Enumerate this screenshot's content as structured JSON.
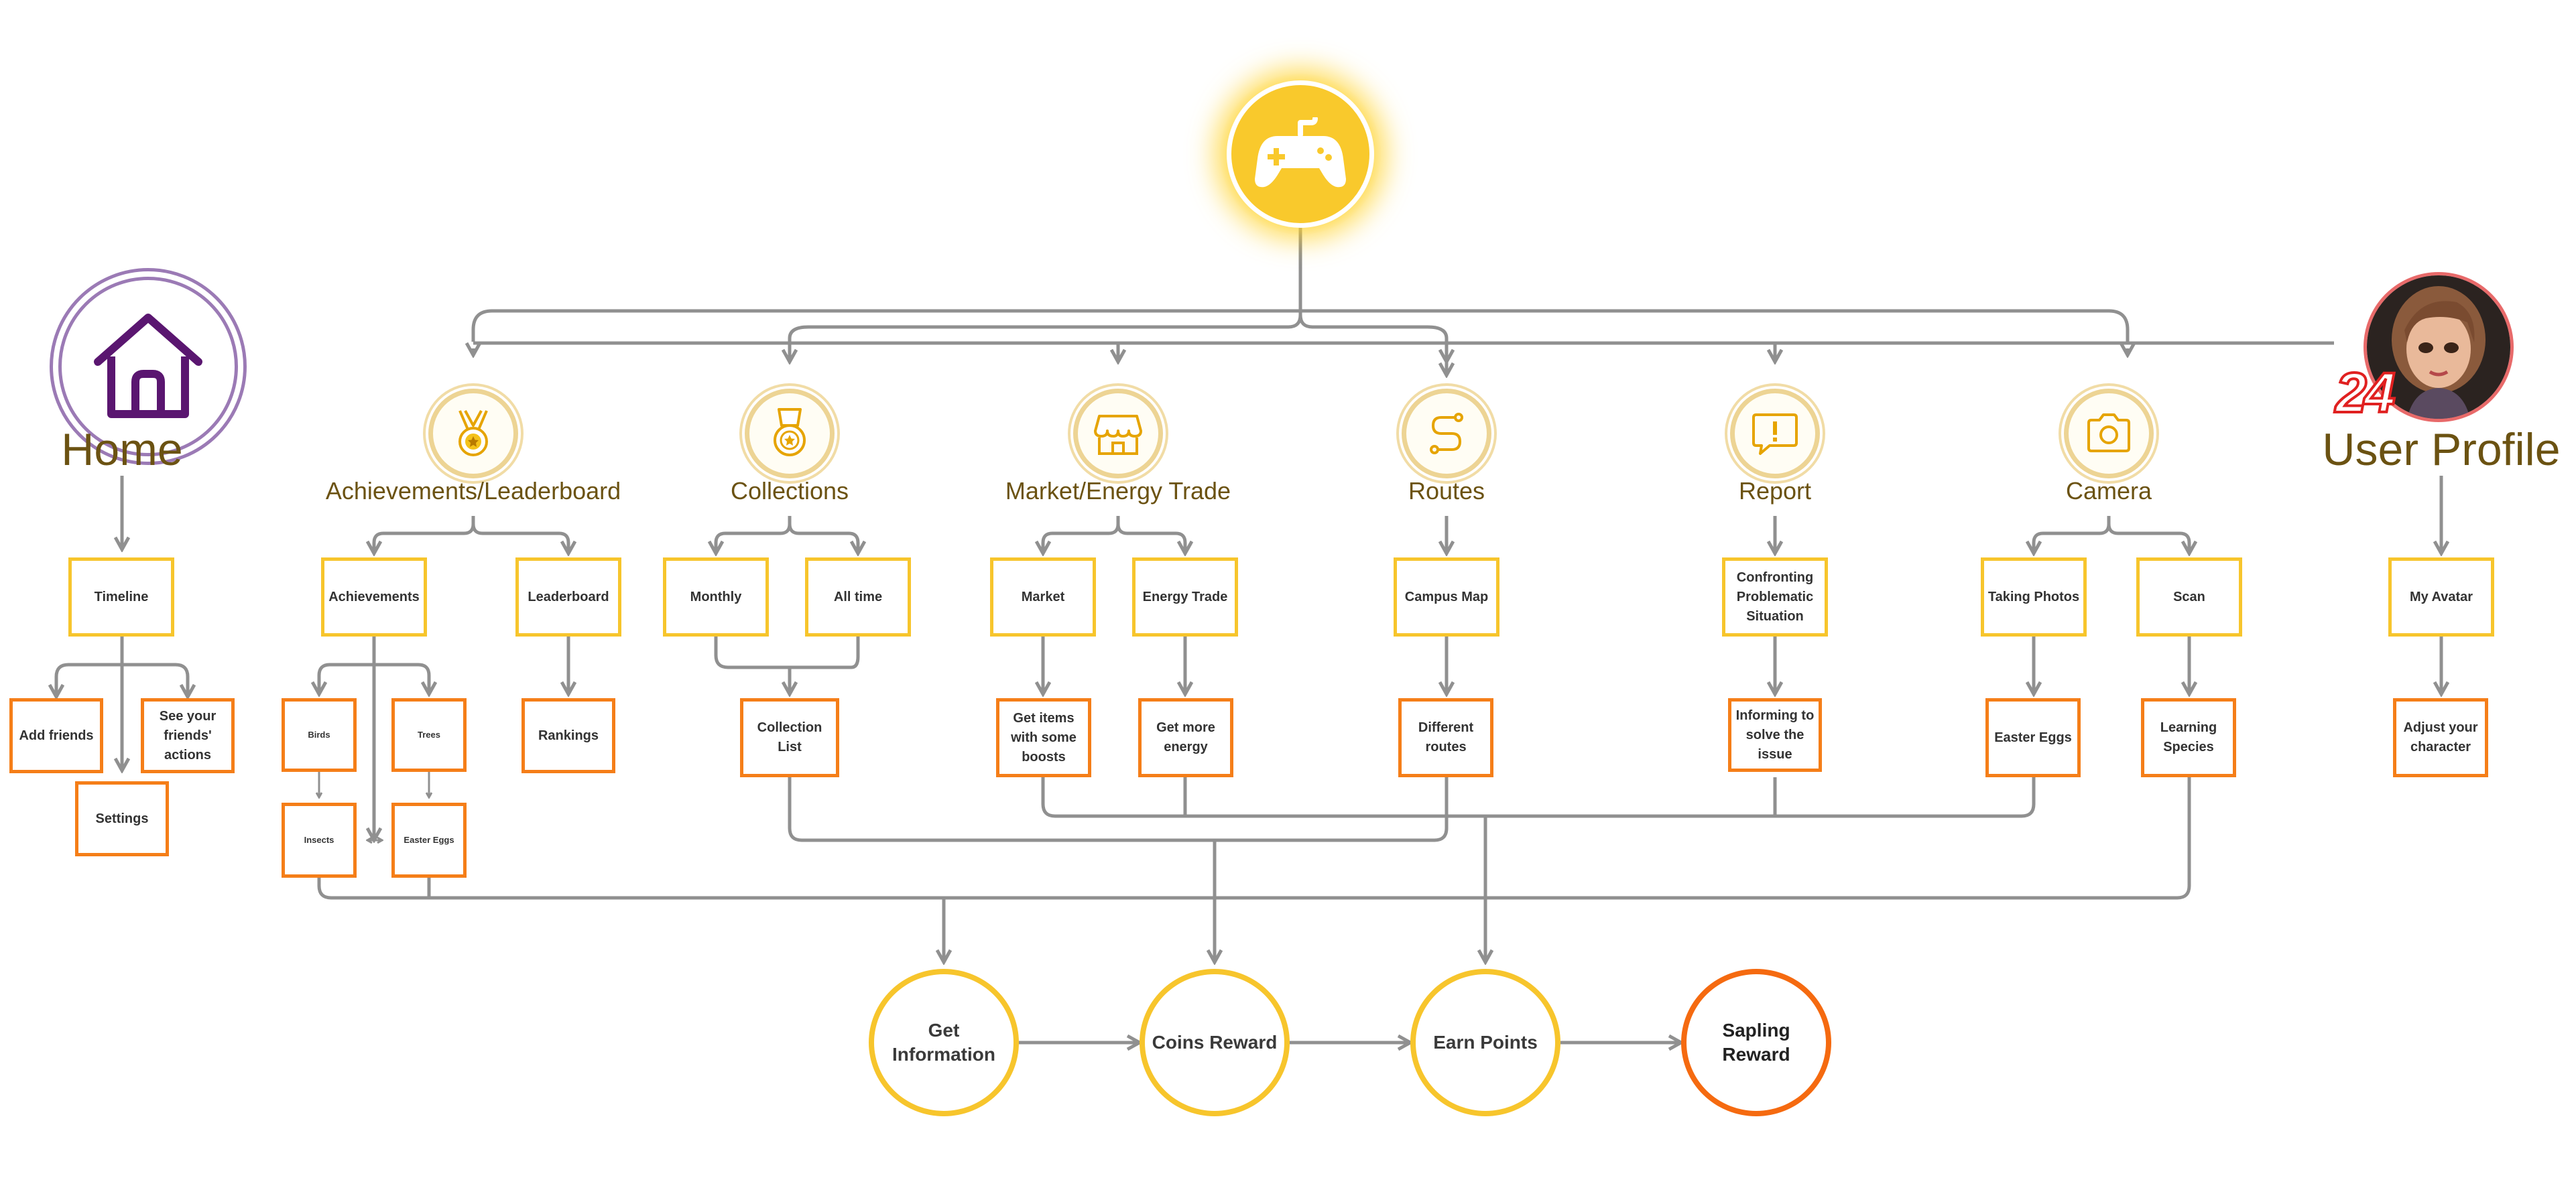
{
  "colors": {
    "yellow": "#f7c52c",
    "orange": "#f57e18",
    "title_brown": "#6b5212",
    "home_purple": "#5a1670",
    "line_gray": "#909090"
  },
  "center_icon": "game-controller-icon",
  "home": {
    "title": "Home",
    "icon": "house-icon",
    "children": [
      "Timeline"
    ],
    "timeline_children": [
      "Add friends",
      "See your friends' actions",
      "Settings"
    ]
  },
  "user_profile": {
    "title": "User Profile",
    "badge": "24",
    "icon": "avatar-portrait",
    "children": [
      "My Avatar"
    ],
    "avatar_children": [
      "Adjust your character"
    ]
  },
  "categories": {
    "achievements": {
      "title": "Achievements/Leaderboard",
      "icon": "medal-icon",
      "children": [
        "Achievements",
        "Leaderboard"
      ],
      "achievement_children": [
        "Birds",
        "Trees",
        "Insects",
        "Easter Eggs"
      ],
      "leaderboard_children": [
        "Rankings"
      ]
    },
    "collections": {
      "title": "Collections",
      "icon": "badge-icon",
      "children": [
        "Monthly",
        "All time"
      ],
      "merged_child": "Collection List"
    },
    "market": {
      "title": "Market/Energy Trade",
      "icon": "storefront-icon",
      "children": [
        "Market",
        "Energy Trade"
      ],
      "market_children": [
        "Get items with some boosts"
      ],
      "energy_children": [
        "Get more energy"
      ]
    },
    "routes": {
      "title": "Routes",
      "icon": "route-icon",
      "children": [
        "Campus Map"
      ],
      "map_children": [
        "Different routes"
      ]
    },
    "report": {
      "title": "Report",
      "icon": "report-bubble-icon",
      "children": [
        "Confronting Problematic Situation"
      ],
      "situation_children": [
        "Informing to solve the issue"
      ]
    },
    "camera": {
      "title": "Camera",
      "icon": "camera-icon",
      "children": [
        "Taking Photos",
        "Scan"
      ],
      "photo_children": [
        "Easter Eggs"
      ],
      "scan_children": [
        "Learning Species"
      ]
    }
  },
  "rewards": [
    "Get Information",
    "Coins Reward",
    "Earn Points",
    "Sapling Reward"
  ]
}
